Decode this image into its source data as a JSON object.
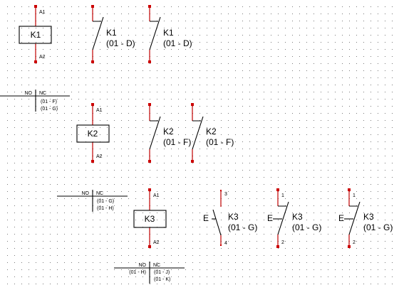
{
  "colors": {
    "wire": "#c00000",
    "terminal": "#cc0000",
    "line": "#000000",
    "grid_dot": "#7a7a7a",
    "background": "#ffffff"
  },
  "coils": [
    {
      "tag": "K1",
      "pin_top": "A1",
      "pin_bottom": "A2"
    },
    {
      "tag": "K2",
      "pin_top": "A1",
      "pin_bottom": "A2"
    },
    {
      "tag": "K3",
      "pin_top": "A1",
      "pin_bottom": "A2"
    }
  ],
  "contacts": [
    {
      "tag": "K1",
      "ref": "(01 - D)"
    },
    {
      "tag": "K1",
      "ref": "(01 - D)"
    },
    {
      "tag": "K2",
      "ref": "(01 - F)"
    },
    {
      "tag": "K2",
      "ref": "(01 - F)"
    },
    {
      "tag": "K3",
      "ref": "(01 - G)",
      "prefix": "E",
      "pin_top": "3",
      "pin_bottom": "4"
    },
    {
      "tag": "K3",
      "ref": "(01 - G)",
      "prefix": "E",
      "pin_top": "1",
      "pin_bottom": "2"
    },
    {
      "tag": "K3",
      "ref": "(01 - G)",
      "prefix": "E",
      "pin_top": "1",
      "pin_bottom": "2"
    }
  ],
  "xref_tables": [
    {
      "no_header": "NO",
      "nc_header": "NC",
      "no_refs": [],
      "nc_refs": [
        "(01 - F)",
        "(01 - G)"
      ]
    },
    {
      "no_header": "NO",
      "nc_header": "NC",
      "no_refs": [],
      "nc_refs": [
        "(01 - G)",
        "(01 - H)"
      ]
    },
    {
      "no_header": "NO",
      "nc_header": "NC",
      "no_refs": [
        "(01 - H)"
      ],
      "nc_refs": [
        "(01 - J)",
        "(01 - K)"
      ]
    }
  ]
}
